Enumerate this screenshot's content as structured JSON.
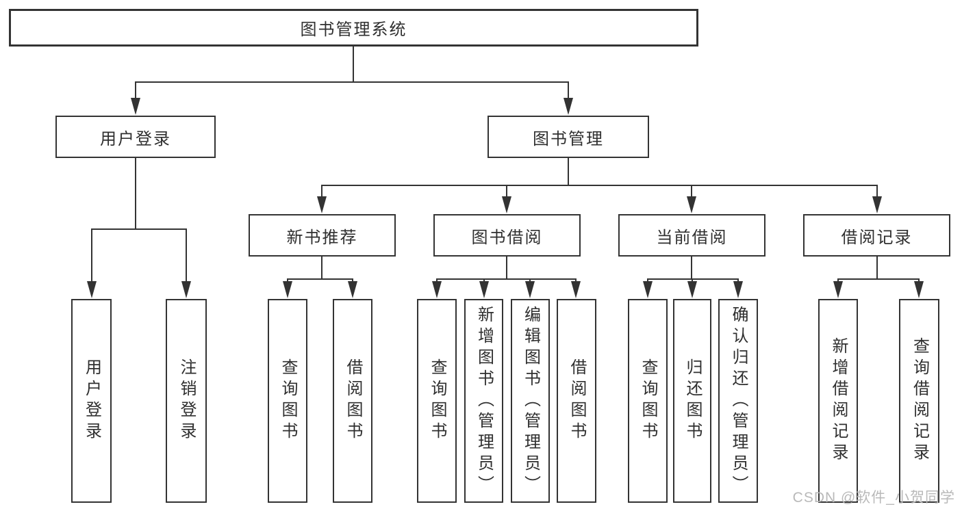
{
  "diagram": {
    "title": "图书管理系统",
    "branches": [
      {
        "label": "用户登录",
        "children": [
          "用户登录",
          "注销登录"
        ]
      },
      {
        "label": "图书管理",
        "groups": [
          {
            "label": "新书推荐",
            "children": [
              "查询图书",
              "借阅图书"
            ]
          },
          {
            "label": "图书借阅",
            "children": [
              "查询图书",
              "新增图书（管理员）",
              "编辑图书（管理员）",
              "借阅图书"
            ]
          },
          {
            "label": "当前借阅",
            "children": [
              "查询图书",
              "归还图书",
              "确认归还（管理员）"
            ]
          },
          {
            "label": "借阅记录",
            "children": [
              "新增借阅记录",
              "查询借阅记录"
            ]
          }
        ]
      }
    ]
  },
  "watermark": "CSDN @软件_小贺同学",
  "colors": {
    "line": "#333333",
    "text": "#2f2f2f",
    "watermark": "#b9b9b9",
    "background": "#ffffff"
  }
}
